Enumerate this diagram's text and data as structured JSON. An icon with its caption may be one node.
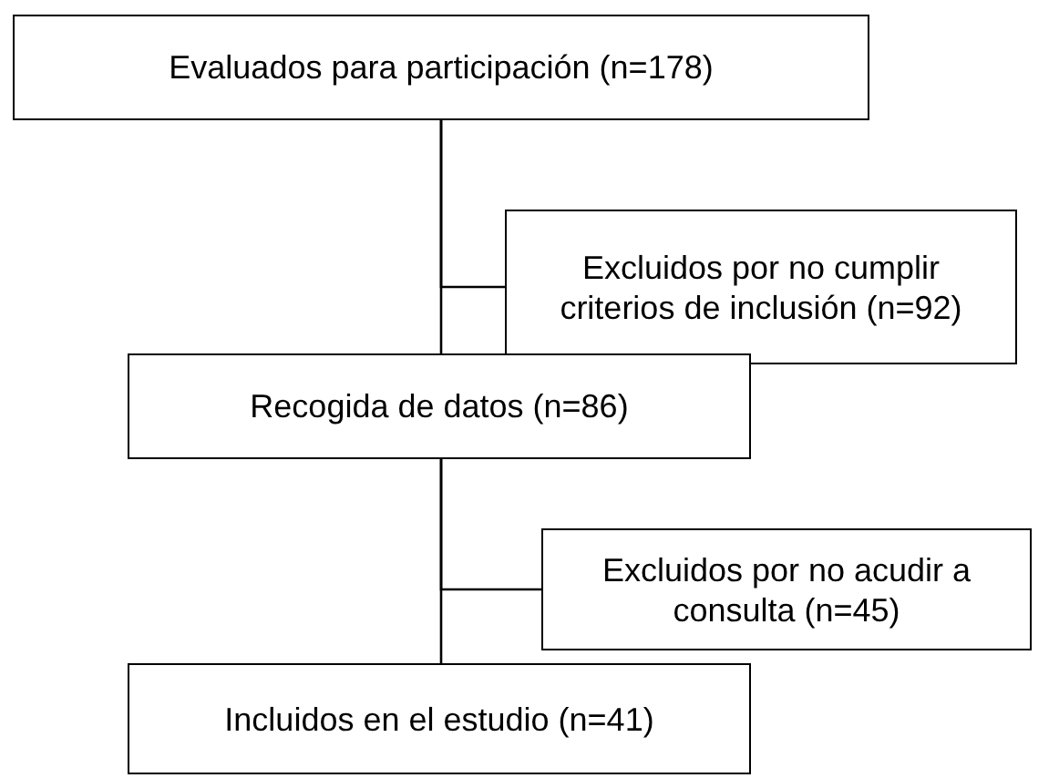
{
  "diagram": {
    "nodes": [
      {
        "text": [
          "Evaluados para participación (n=178)"
        ]
      },
      {
        "text": [
          "Excluidos por no cumplir criterios de inclusión (n=92)"
        ]
      },
      {
        "text": [
          "Recogida de datos (n=86)"
        ]
      },
      {
        "text": [
          "Excluidos por no acudir a consulta (n=45)"
        ]
      },
      {
        "text": [
          "Incluidos en el estudio (n=41)"
        ]
      }
    ],
    "edges": [
      {
        "from": 0,
        "to": 2,
        "arrow": "none"
      },
      {
        "from": 0,
        "to": 1,
        "arrow": "none"
      },
      {
        "from": 2,
        "to": 4,
        "arrow": "none"
      },
      {
        "from": 2,
        "to": 3,
        "arrow": "none"
      }
    ]
  }
}
